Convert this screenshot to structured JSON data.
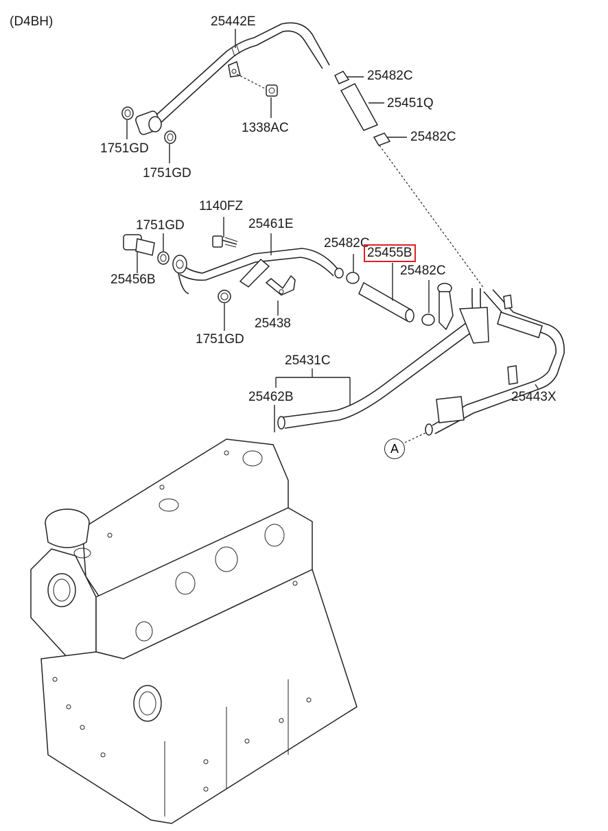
{
  "engine_code": "(D4BH)",
  "parts": {
    "p25442E": "25442E",
    "p25482C_a": "25482C",
    "p25451Q": "25451Q",
    "p1338AC": "1338AC",
    "p25482C_b": "25482C",
    "p1751GD_a": "1751GD",
    "p1751GD_b": "1751GD",
    "p1140FZ": "1140FZ",
    "p1751GD_c": "1751GD",
    "p25461E": "25461E",
    "p25482C_c": "25482C",
    "p25455B": "25455B",
    "p25482C_d": "25482C",
    "p25456B": "25456B",
    "p25438": "25438",
    "p1751GD_d": "1751GD",
    "p25431C": "25431C",
    "p25462B": "25462B",
    "p25443X": "25443X"
  },
  "callout_a": "A",
  "highlight_color": "#e02020"
}
